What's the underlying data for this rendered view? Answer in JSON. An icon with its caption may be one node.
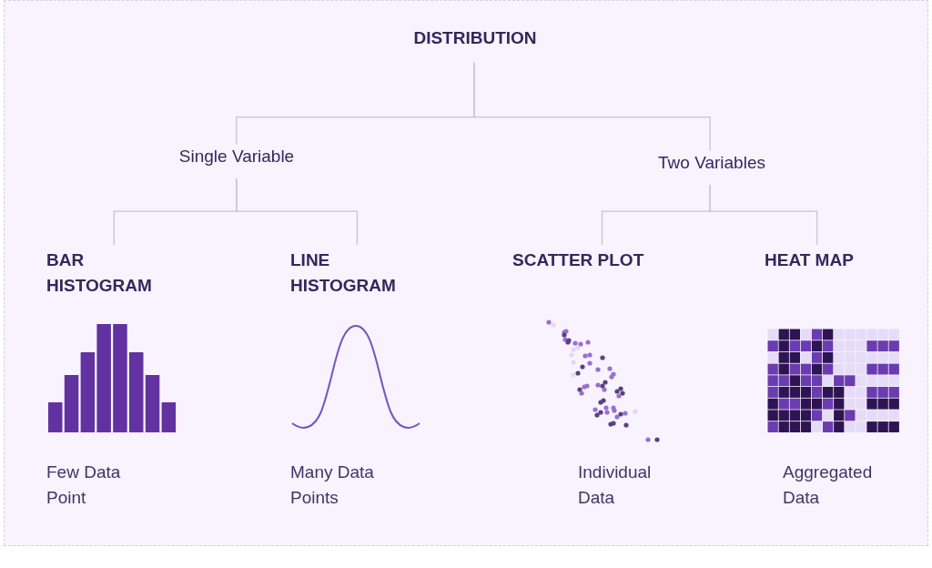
{
  "diagram": {
    "nodes": [
      {
        "text": [
          "DISTRIBUTION"
        ]
      },
      {
        "text": [
          "Single Variable"
        ]
      },
      {
        "text": [
          "Two Variables"
        ]
      },
      {
        "text": [
          "BAR HISTOGRAM",
          "Few Data Point"
        ]
      },
      {
        "text": [
          "LINE HISTOGRAM",
          "Many Data Points"
        ]
      },
      {
        "text": [
          "SCATTER PLOT",
          "Individual Data"
        ]
      },
      {
        "text": [
          "HEAT MAP",
          "Aggregated Data"
        ]
      }
    ],
    "edges": [
      {
        "from": 0,
        "to": 1,
        "arrow": "none"
      },
      {
        "from": 0,
        "to": 2,
        "arrow": "none"
      },
      {
        "from": 1,
        "to": 3,
        "arrow": "none"
      },
      {
        "from": 1,
        "to": 4,
        "arrow": "none"
      },
      {
        "from": 2,
        "to": 5,
        "arrow": "none"
      },
      {
        "from": 2,
        "to": 6,
        "arrow": "none"
      }
    ]
  }
}
